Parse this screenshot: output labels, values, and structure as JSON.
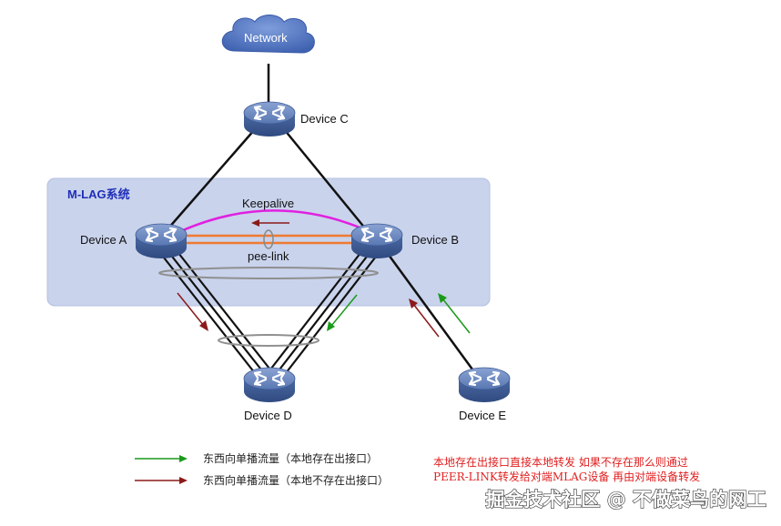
{
  "network_label": "Network",
  "mlag_title": "M-LAG系统",
  "devices": {
    "a": "Device A",
    "b": "Device B",
    "c": "Device C",
    "d": "Device D",
    "e": "Device E"
  },
  "keepalive_label": "Keepalive",
  "peerlink_label": "pee-link",
  "legend": [
    {
      "text": "东西向单播流量（本地存在出接口）",
      "color": "#1a9a1a"
    },
    {
      "text": "东西向单播流量（本地不存在出接口）",
      "color": "#8b1a1a"
    }
  ],
  "note": {
    "line1": "本地存在出接口直接本地转发 如果不存在那么则通过",
    "line2": "PEER-LINK转发给对端MLAG设备 再由对端设备转发",
    "color": "#e02020"
  },
  "watermark": "掘金技术社区 @ 不做菜鸟的网工",
  "colors": {
    "mlag_box": "#c9d3ec",
    "mlag_title": "#1f2fb8",
    "keepalive": "#e020e0",
    "peerlink": "#f07a30",
    "device": "#5676ad",
    "cloud": "#5577c4"
  }
}
